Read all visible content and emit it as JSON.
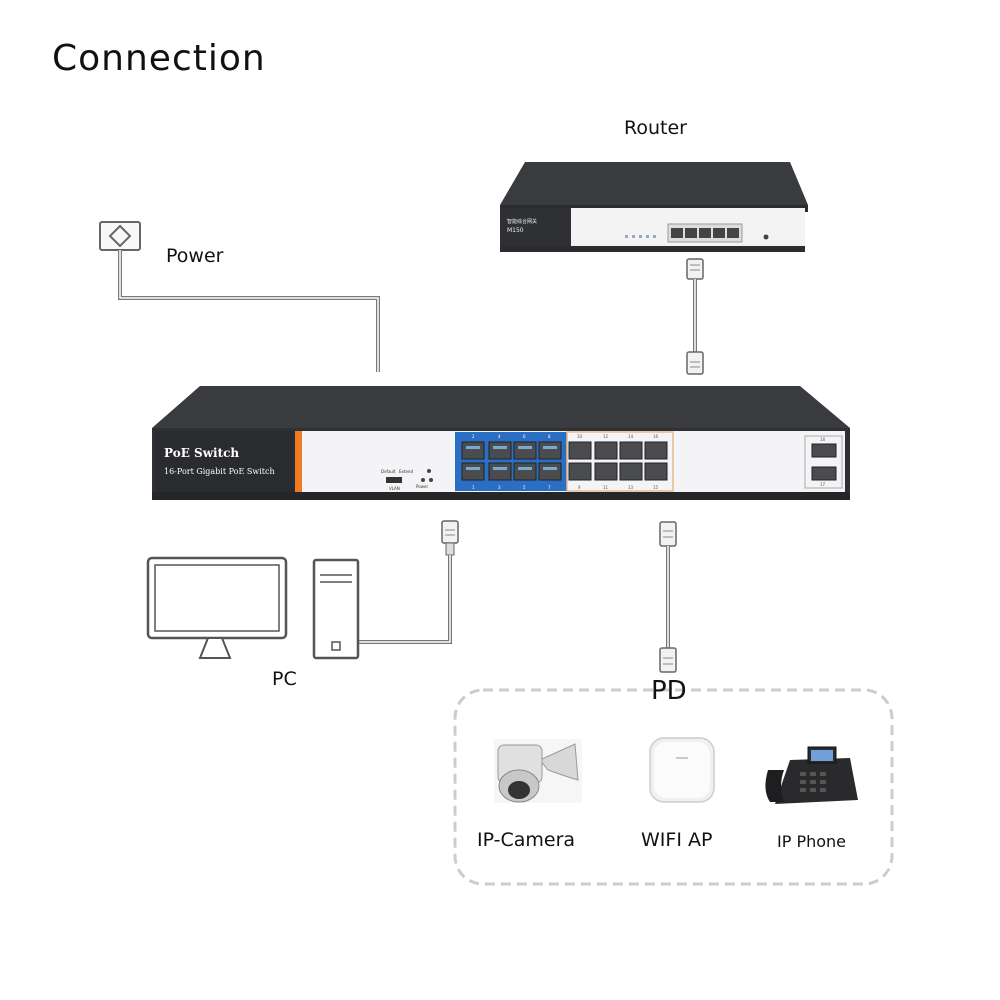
{
  "title": "Connection",
  "labels": {
    "router": "Router",
    "power": "Power",
    "pc": "PC",
    "pd": "PD",
    "ip_camera": "IP-Camera",
    "wifi_ap": "WIFI AP",
    "ip_phone": "IP Phone"
  },
  "switch": {
    "name": "PoE Switch",
    "model": "16-Port Gigabit PoE Switch",
    "ports_top": [
      "2",
      "4",
      "6",
      "8",
      "10",
      "12",
      "14",
      "16"
    ],
    "ports_bottom": [
      "1",
      "3",
      "5",
      "7",
      "9",
      "11",
      "13",
      "15"
    ],
    "sfp_ports": [
      "18",
      "17"
    ],
    "switch_labels": [
      "Default",
      "Extend",
      "VLAN",
      "Power"
    ]
  },
  "router": {
    "brand": "智能综合网关",
    "model": "M150"
  },
  "colors": {
    "switch_body": "#3a3b3e",
    "panel": "#f4f4f6",
    "accent_orange": "#ee7a22",
    "port_blue": "#2a6fc4",
    "port_outline_orange": "#e8b98f",
    "cable": "#777777",
    "dashed_border": "#cccccc"
  }
}
